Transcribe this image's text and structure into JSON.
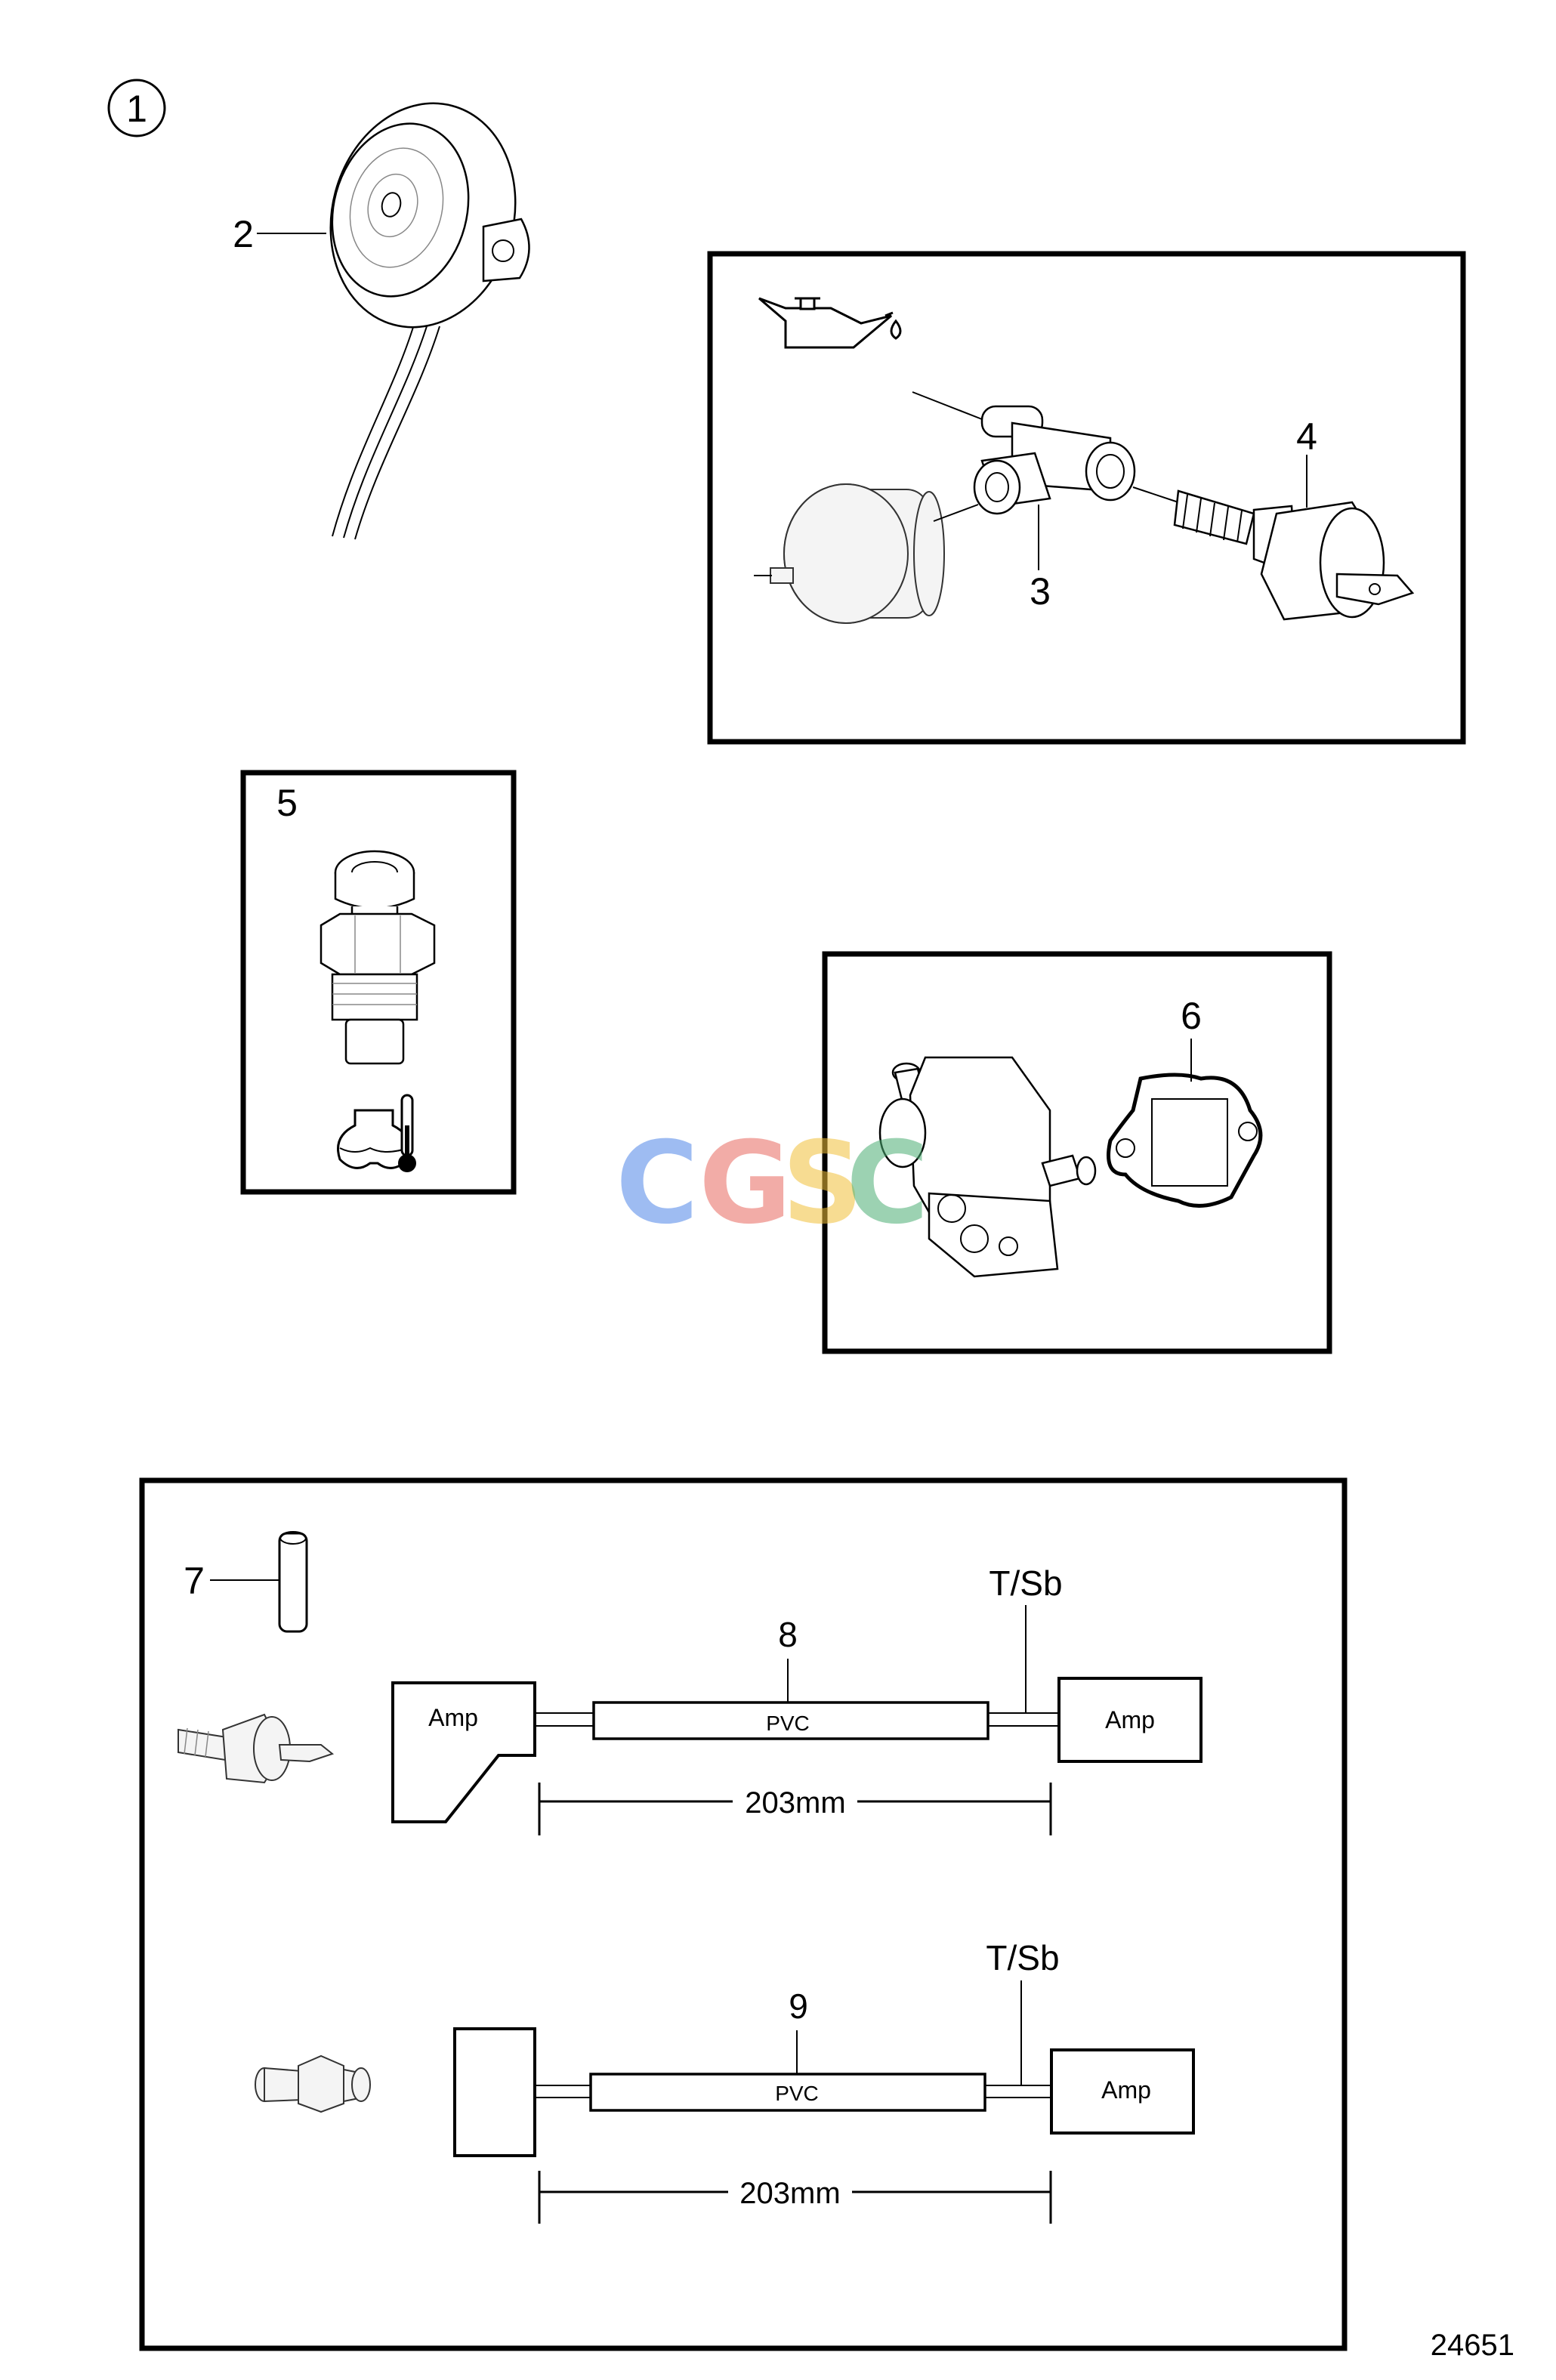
{
  "callouts": {
    "c1": "1",
    "c2": "2",
    "c3": "3",
    "c4": "4",
    "c5": "5",
    "c6": "6",
    "c7": "7",
    "c8": "8",
    "c9": "9"
  },
  "harness_top": {
    "left_box": "Amp",
    "cable": "PVC",
    "right_box": "Amp",
    "tap_label": "T/Sb",
    "dimension": "203mm"
  },
  "harness_bottom": {
    "left_box": "",
    "cable": "PVC",
    "right_box": "Amp",
    "tap_label": "T/Sb",
    "dimension": "203mm"
  },
  "watermark": {
    "letters": [
      "C",
      "G",
      "S",
      "C"
    ],
    "colors": [
      "#4f86e8",
      "#e86a60",
      "#f2c03a",
      "#4caf74"
    ]
  },
  "icons": [
    "oil-can-icon",
    "coolant-temperature-icon"
  ],
  "figure_number": "24651"
}
